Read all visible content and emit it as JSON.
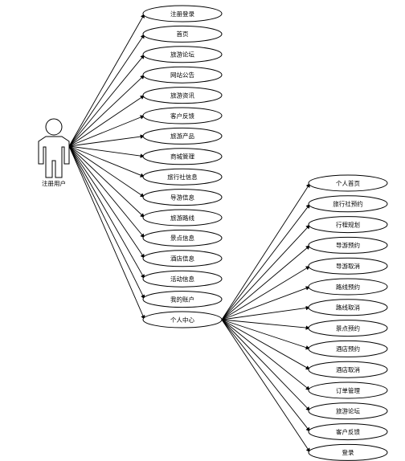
{
  "actor": {
    "label": "注册用户"
  },
  "left_use_cases": [
    "注册登录",
    "首页",
    "旅游论坛",
    "网站公告",
    "旅游资讯",
    "客户反馈",
    "旅游产品",
    "商城管理",
    "旅行社信息",
    "导游信息",
    "旅游路线",
    "景点信息",
    "酒店信息",
    "活动信息",
    "我的账户",
    "个人中心"
  ],
  "right_use_cases": [
    "个人首页",
    "旅行社预约",
    "行程规划",
    "导游预约",
    "导游取消",
    "路线预约",
    "路线取消",
    "景点预约",
    "酒店预约",
    "酒店取消",
    "订单管理",
    "旅游论坛",
    "客户反馈",
    "登录"
  ],
  "colors": {
    "stroke": "#000000",
    "background": "#ffffff",
    "ellipse_fill": "#ffffff"
  }
}
